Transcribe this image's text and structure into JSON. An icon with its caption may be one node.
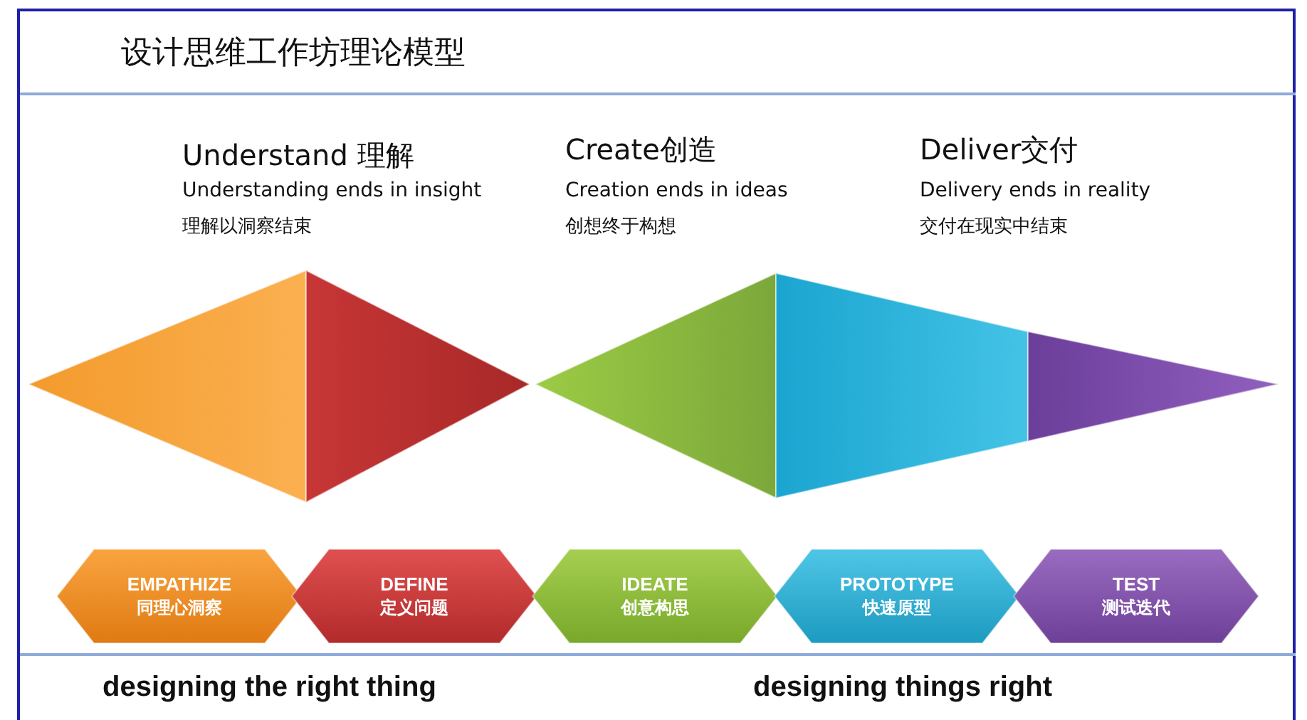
{
  "diagram": {
    "title": "设计思维工作坊理论模型",
    "nodes": [
      {
        "text": [
          "EMPATHIZE",
          "同理心洞察"
        ]
      },
      {
        "text": [
          "DEFINE",
          "定义问题"
        ]
      },
      {
        "text": [
          "IDEATE",
          "创意构思"
        ]
      },
      {
        "text": [
          "PROTOTYPE",
          "快速原型"
        ]
      },
      {
        "text": [
          "TEST",
          "测试迭代"
        ]
      }
    ],
    "labels": [
      "Understand 理解",
      "Understanding ends in insight",
      "理解以洞察结束",
      "Create创造",
      "Creation ends in ideas",
      "创想终于构想",
      "Deliver交付",
      "Delivery ends in reality",
      "交付在现实中结束",
      "designing the right thing",
      "designing things right"
    ]
  }
}
